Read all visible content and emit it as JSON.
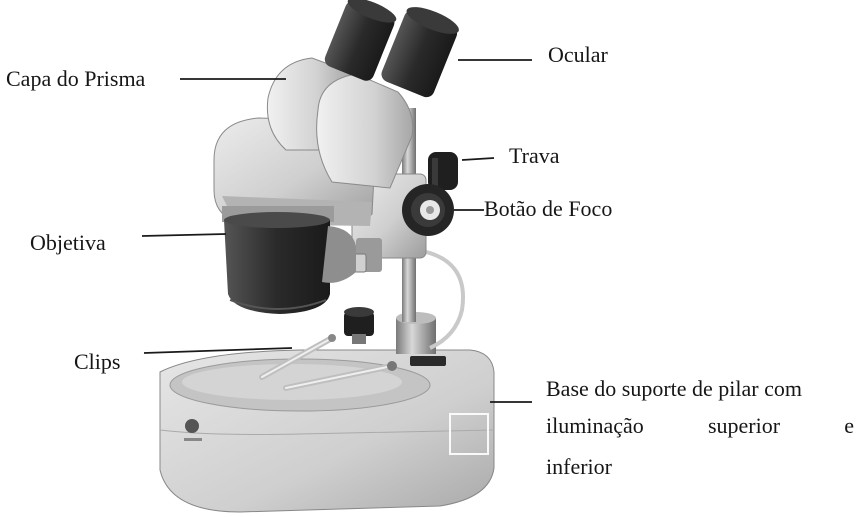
{
  "labels": {
    "capa_do_prisma": "Capa do Prisma",
    "ocular": "Ocular",
    "trava": "Trava",
    "botao_de_foco": "Botão de Foco",
    "objetiva": "Objetiva",
    "clips": "Clips",
    "base_line_1": "Base do suporte de pilar com",
    "base_line_2_words": [
      "iluminação",
      "superior",
      "e"
    ],
    "base_line_3": "inferior"
  },
  "colors": {
    "background": "#ffffff",
    "line": "#1a1a1a",
    "body_light": "#d9d9d9",
    "body_mid": "#bdbdbd",
    "body_dark": "#8a8a8a",
    "eyepiece": "#2b2b2b",
    "objective": "#333333",
    "metal": "#9a9a9a"
  }
}
